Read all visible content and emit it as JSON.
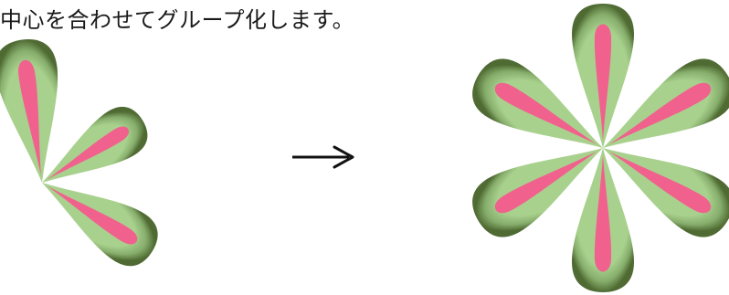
{
  "caption": "中心を合わせてグループ化します。",
  "arrow": "→",
  "colors": {
    "petal_light": "#a9d18e",
    "petal_dark": "#4f6b33",
    "petal_stripe": "#f0618d",
    "arrow": "#111111"
  },
  "left_group": {
    "petal_count": 3
  },
  "right_flower": {
    "petal_count": 6
  }
}
